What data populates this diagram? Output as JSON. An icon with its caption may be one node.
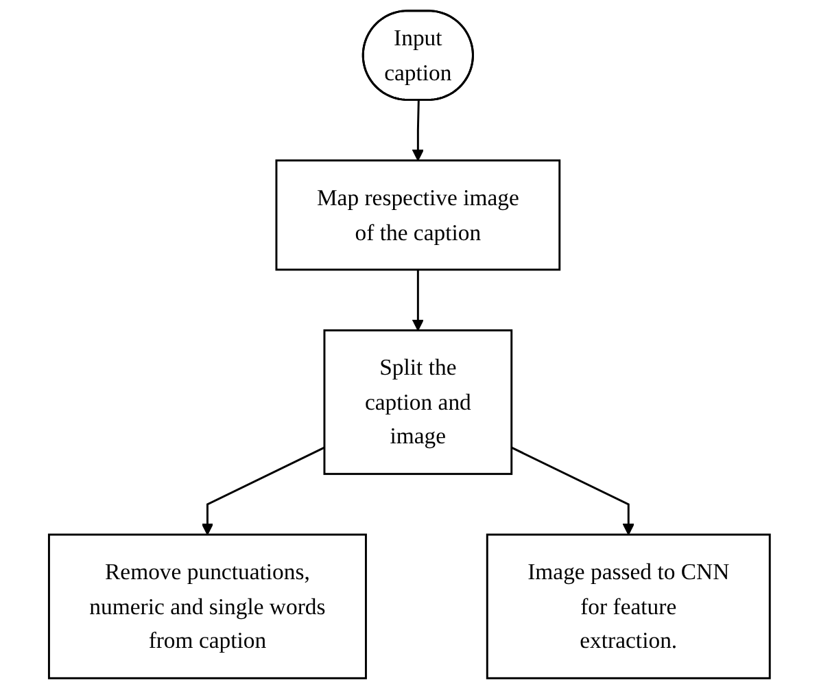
{
  "diagram": {
    "nodes": [
      {
        "text": [
          "Input caption"
        ]
      },
      {
        "text": [
          "Map respective image of the caption"
        ]
      },
      {
        "text": [
          "Split the caption and image"
        ]
      },
      {
        "text": [
          "Remove punctuations, numeric and single words from caption"
        ]
      },
      {
        "text": [
          "Image passed to CNN for feature extraction."
        ]
      }
    ],
    "edges": [
      {
        "from": 0,
        "to": 1,
        "arrow": "to"
      },
      {
        "from": 1,
        "to": 2,
        "arrow": "to"
      },
      {
        "from": 2,
        "to": 3,
        "arrow": "to"
      },
      {
        "from": 2,
        "to": 4,
        "arrow": "to"
      }
    ]
  }
}
